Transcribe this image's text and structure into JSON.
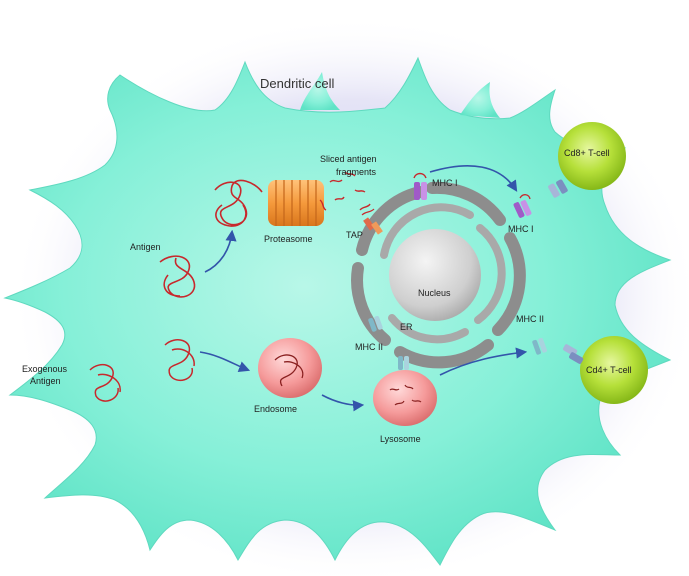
{
  "title": "Dendritic cell",
  "labels": {
    "sliced_fragments_line1": "Sliced antigen",
    "sliced_fragments_line2": "fragments",
    "mhc1_er": "MHC I",
    "mhc1_surface": "MHC I",
    "mhc2_er": "MHC II",
    "mhc2_surface": "MHC II",
    "tap": "TAP",
    "antigen": "Antigen",
    "proteasome": "Proteasome",
    "nucleus": "Nucleus",
    "er": "ER",
    "exogenous_line1": "Exogenous",
    "exogenous_line2": "Antigen",
    "endosome": "Endosome",
    "lysosome": "Lysosome",
    "cd8": "Cd8+ T-cell",
    "cd4": "Cd4+ T-cell"
  },
  "colors": {
    "cell_fill": "#7ef2d6",
    "cell_halo": "#c9c6ea",
    "antigen_red": "#c8282c",
    "proteasome_orange": "#f59a3c",
    "vesicle_pink": "#f28a8a",
    "nucleus_gray": "#cfcfcf",
    "er_gray": "#8d8d8d",
    "arrow_blue": "#3355aa",
    "tcell_green": "#a6d62a",
    "mhc1_purple": "#a05ac8",
    "mhc2_teal": "#7fb8c8"
  }
}
